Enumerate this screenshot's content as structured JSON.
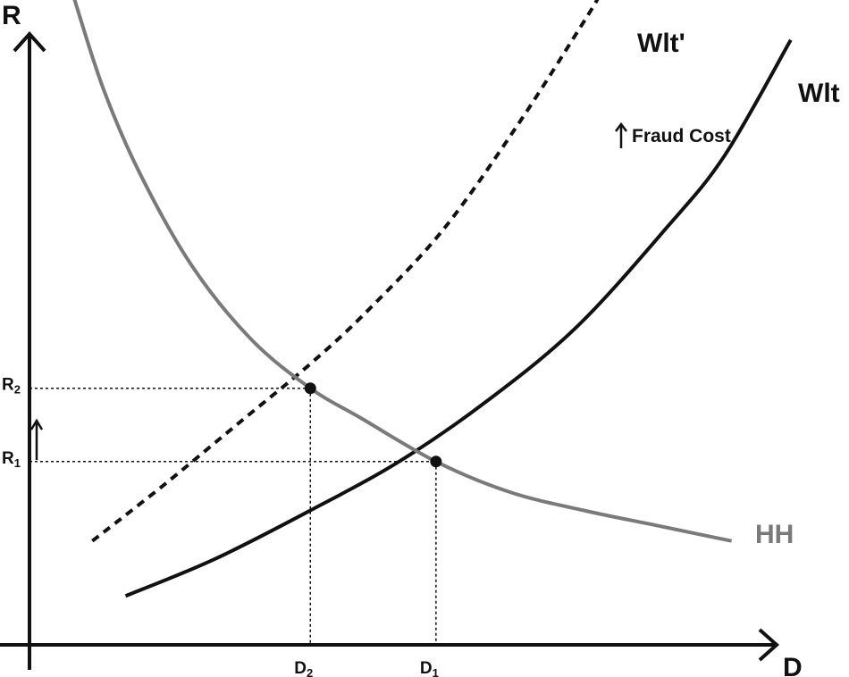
{
  "chart_data": {
    "type": "line",
    "title": "",
    "xlabel": "D",
    "ylabel": "R",
    "xlim": [
      0,
      10
    ],
    "ylim": [
      0,
      10
    ],
    "grid": false,
    "legend": "none",
    "colors": {
      "axis": "#111111",
      "wlt": "#111111",
      "wlt_prime": "#111111",
      "hh": "#7a7a7a",
      "guide": "#111111"
    },
    "series": [
      {
        "name": "Wlt",
        "style": "solid",
        "x": [
          1.3,
          2.5,
          3.8,
          5.0,
          6.2,
          7.4,
          8.6,
          9.4,
          10.3
        ],
        "y": [
          0.8,
          1.4,
          2.2,
          3.0,
          4.0,
          5.2,
          6.8,
          8.0,
          9.9
        ]
      },
      {
        "name": "Wlt'",
        "style": "dashed",
        "x": [
          0.85,
          1.8,
          2.8,
          3.8,
          4.6,
          5.6,
          6.6,
          7.5,
          7.7
        ],
        "y": [
          1.7,
          2.6,
          3.6,
          4.6,
          5.5,
          6.8,
          8.5,
          10.2,
          10.6
        ]
      },
      {
        "name": "HH",
        "style": "solid",
        "x": [
          0.6,
          1.0,
          1.5,
          2.2,
          3.0,
          3.8,
          4.5,
          5.5,
          6.5,
          7.5,
          8.5,
          9.5
        ],
        "y": [
          10.6,
          9.1,
          7.7,
          6.2,
          5.0,
          4.2,
          3.7,
          3.0,
          2.5,
          2.2,
          1.95,
          1.7
        ]
      }
    ],
    "points": [
      {
        "x": 3.8,
        "y": 4.2
      },
      {
        "x": 5.5,
        "y": 3.0
      }
    ],
    "x_ticks": [
      {
        "x": 3.8,
        "main": "D",
        "sub": "2"
      },
      {
        "x": 5.5,
        "main": "D",
        "sub": "1"
      }
    ],
    "y_ticks": [
      {
        "y": 4.2,
        "main": "R",
        "sub": "2"
      },
      {
        "y": 3.0,
        "main": "R",
        "sub": "1"
      }
    ],
    "annotations": {
      "shift_label": "Fraud Cost",
      "shift_arrow_icon": "up-arrow-icon"
    }
  }
}
